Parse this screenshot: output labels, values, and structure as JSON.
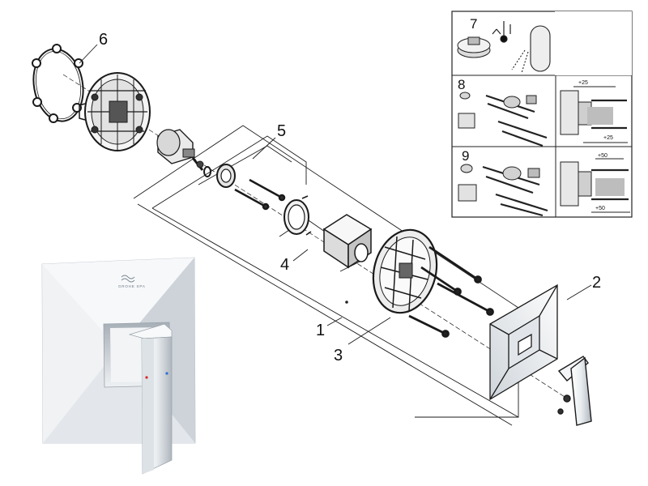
{
  "labels": {
    "cover_plate": "1",
    "trim_escutcheon": "2",
    "mounting_plate": "3",
    "sleeve": "4",
    "screw_set": "5",
    "clip_ring": "6",
    "spare_handle": "7",
    "extension_set_25": "8",
    "extension_set_50": "9"
  },
  "dimensions": {
    "ext_25_top": "+25",
    "ext_25_bottom": "+25",
    "ext_50_top": "+50",
    "ext_50_bottom": "+50"
  },
  "brand": {
    "logo_text": "GROHE SPA"
  },
  "colors": {
    "line": "#1a1a1a",
    "chrome_light": "#f4f6f8",
    "chrome_mid": "#d3d8dd",
    "chrome_dark": "#8e969e",
    "hot_marker": "#d9262e",
    "cold_marker": "#2f6fd1",
    "panel_border": "#222222"
  }
}
